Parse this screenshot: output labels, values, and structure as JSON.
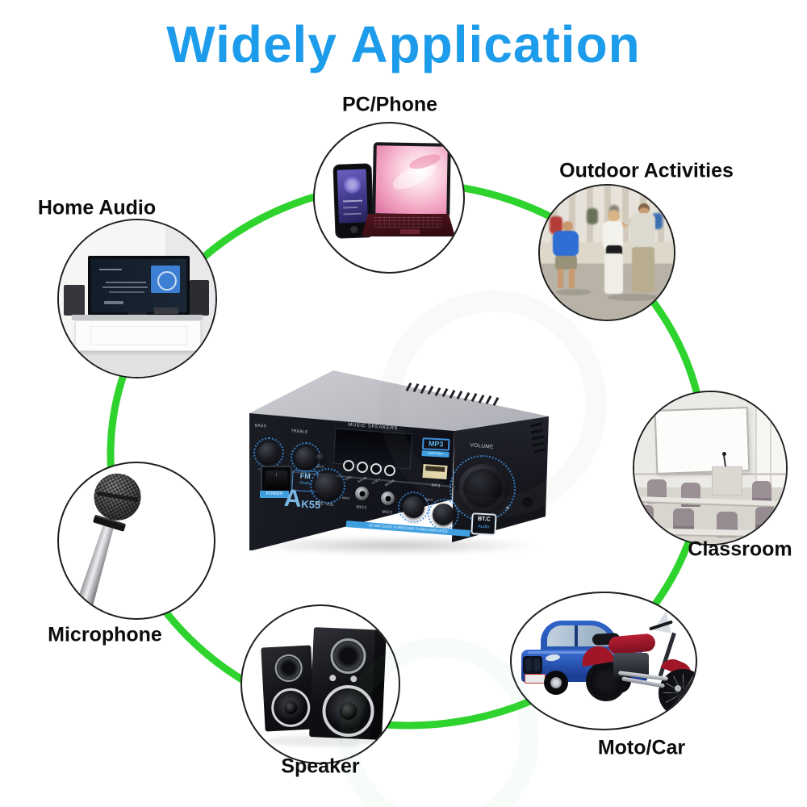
{
  "title": {
    "text": "Widely Application",
    "color": "#1c9ceb"
  },
  "ring": {
    "color": "#2ed32e"
  },
  "use_cases": [
    {
      "id": "pc-phone",
      "label": "PC/Phone"
    },
    {
      "id": "outdoor-activities",
      "label": "Outdoor Activities"
    },
    {
      "id": "home-audio",
      "label": "Home Audio"
    },
    {
      "id": "classroom",
      "label": "Classroom"
    },
    {
      "id": "microphone",
      "label": "Microphone"
    },
    {
      "id": "speaker",
      "label": "Speaker"
    },
    {
      "id": "moto-car",
      "label": "Moto/Car"
    }
  ],
  "amplifier": {
    "model_prefix": "A",
    "model_suffix": "K55",
    "accent": "#3f9fdf",
    "labels": {
      "bass": "BASS",
      "treble": "TREBLE",
      "power": "POWER",
      "power_on": "I",
      "power_off": "O",
      "fm": "FM",
      "radio": "Radio",
      "aux": "AUX",
      "music_speakers": "MUSIC SPEAKERS",
      "mic_vol": "MIC VOL",
      "max": "MAX",
      "mic2": "MIC2",
      "mic1": "MIC1",
      "echo": "ECHO",
      "delay": "DELAY",
      "volume": "VOLUME",
      "usb": "MP3",
      "plus": "+",
      "mp3_badge_top": "MP3",
      "mp3_badge_bottom": "AMPLIFIER",
      "bt_top": "BT.C",
      "bt_bottom": "Audio",
      "strip": "AV MIC ECHO SURROUND TUNED AMPLIFIER"
    },
    "buttons": [
      "VOL-",
      "SCAN",
      "VOL+",
      "MODE"
    ]
  }
}
